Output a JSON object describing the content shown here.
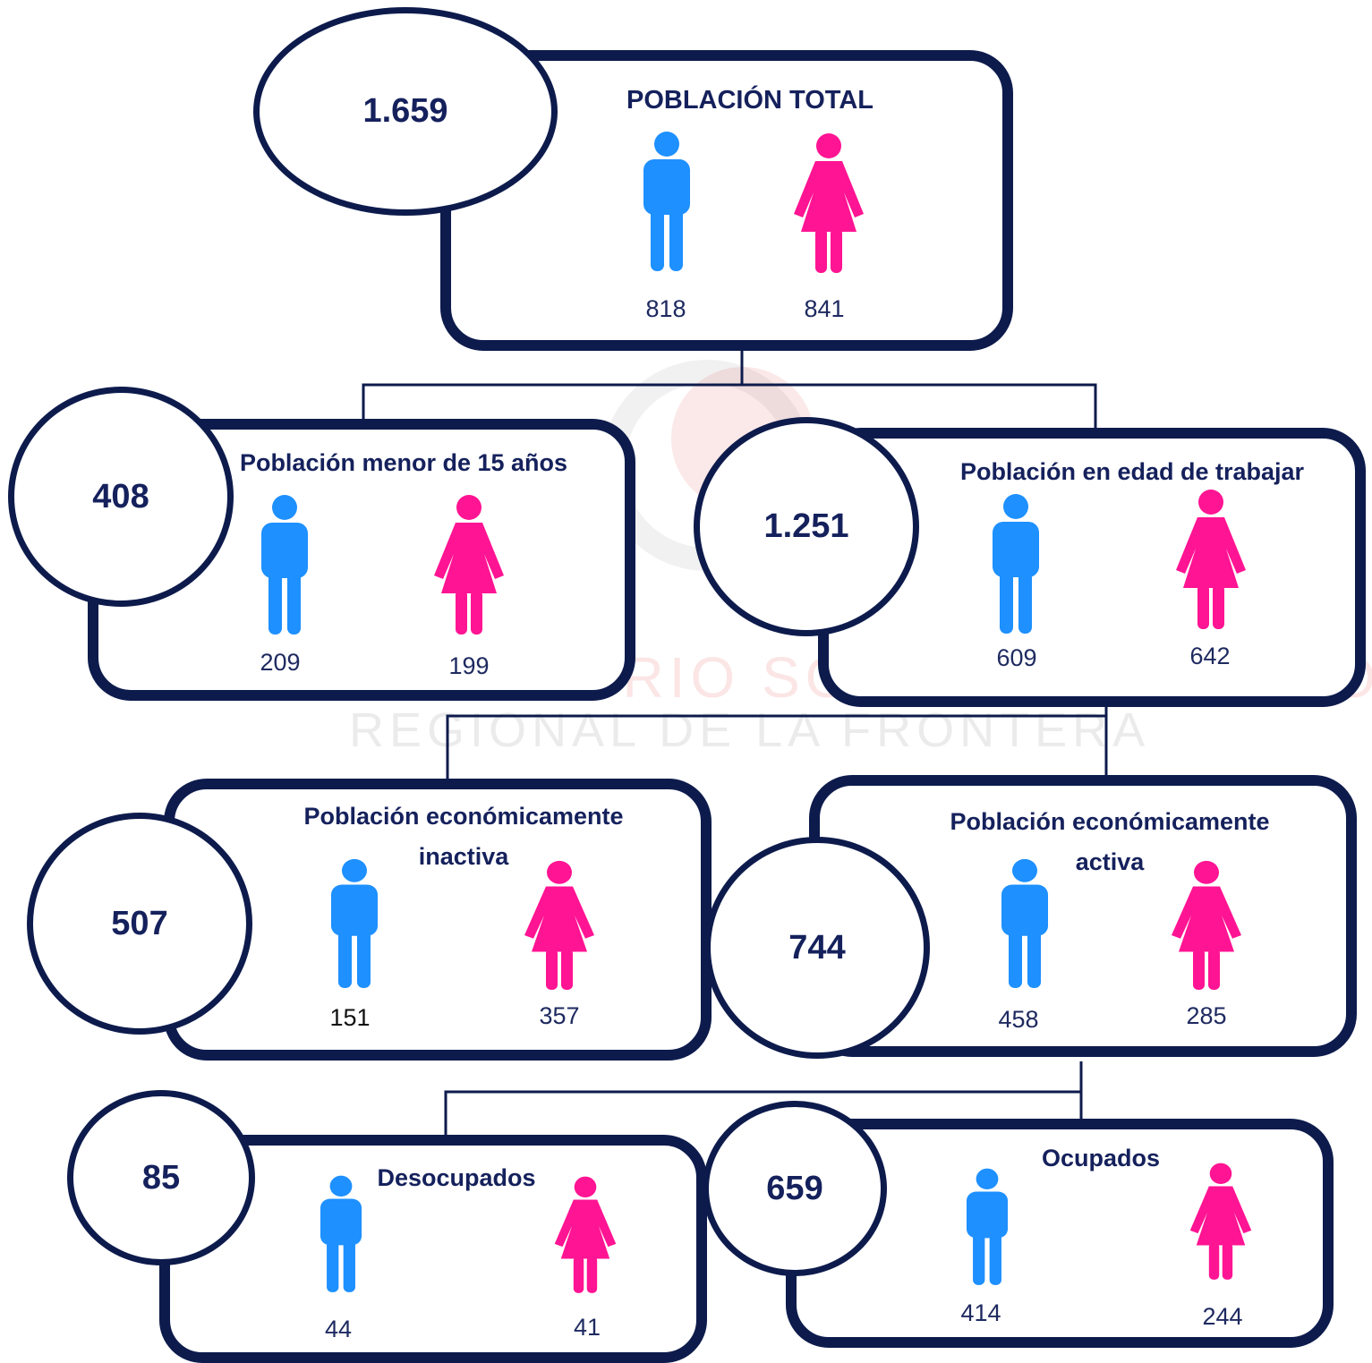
{
  "colors": {
    "border": "#0d1b4c",
    "title": "#15215c",
    "male": "#1e90ff",
    "female": "#ff1493"
  },
  "icons": {
    "male": "male-person-icon",
    "female": "female-person-icon"
  },
  "nodes": {
    "total": {
      "total": "1.659",
      "title": "POBLACIÓN TOTAL",
      "male": "818",
      "female": "841"
    },
    "under15": {
      "total": "408",
      "title": "Población menor de 15 años",
      "male": "209",
      "female": "199"
    },
    "working_age": {
      "total": "1.251",
      "title": "Población en edad de trabajar",
      "male": "609",
      "female": "642"
    },
    "inactive": {
      "total": "507",
      "title": "Población económicamente inactiva",
      "male": "151",
      "female": "357"
    },
    "active": {
      "total": "744",
      "title": "Población económicamente activa",
      "male": "458",
      "female": "285"
    },
    "unemployed": {
      "total": "85",
      "title": "Desocupados",
      "male": "44",
      "female": "41"
    },
    "employed": {
      "total": "659",
      "title": "Ocupados",
      "male": "414",
      "female": "244"
    }
  }
}
